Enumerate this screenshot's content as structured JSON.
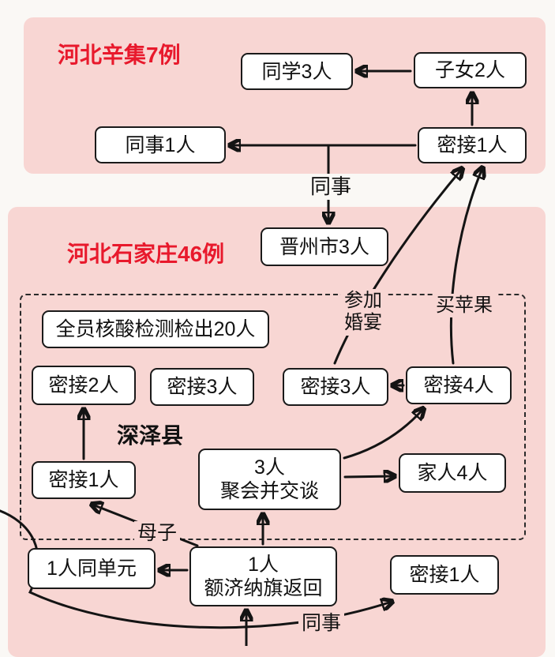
{
  "page": {
    "background": "#faf8f5"
  },
  "colors": {
    "panel_pink": "#f8d6d3",
    "title_red": "#e8192c",
    "node_border": "#1a1a1a",
    "arrow": "#141414"
  },
  "panels": {
    "xinji": {
      "title": "河北辛集7例"
    },
    "shijiazhuang": {
      "title": "河北石家庄46例",
      "region_label": "深泽县"
    }
  },
  "nodes": {
    "classmates": "同学3人",
    "children": "子女2人",
    "colleague": "同事1人",
    "close_contact_xinji": "密接1人",
    "jinzhou_city": "晋州市3人",
    "mass_testing": "全员核酸检测检出20人",
    "close_contact_2": "密接2人",
    "close_contact_3a": "密接3人",
    "close_contact_3b": "密接3人",
    "close_contact_4": "密接4人",
    "close_contact_1_shenze": "密接1人",
    "gathering_line1": "3人",
    "gathering_line2": "聚会并交谈",
    "family_4": "家人4人",
    "same_unit": "1人同单元",
    "ejin_return_line1": "1人",
    "ejin_return_line2": "额济纳旗返回",
    "close_contact_1_bottom": "密接1人"
  },
  "edge_labels": {
    "colleague_link_top": "同事",
    "wedding_line1": "参加",
    "wedding_line2": "婚宴",
    "buy_apples": "买苹果",
    "mother_son": "母子",
    "colleague_link_bottom": "同事"
  },
  "edges": [
    {
      "from": "children",
      "to": "classmates",
      "label": ""
    },
    {
      "from": "close_contact_xinji",
      "to": "colleague",
      "label": ""
    },
    {
      "from": "close_contact_xinji",
      "to": "jinzhou_city",
      "label": "同事"
    },
    {
      "from": "close_contact_xinji",
      "to": "children",
      "label": ""
    },
    {
      "from": "close_contact_3b",
      "to": "close_contact_xinji",
      "label": "参加婚宴"
    },
    {
      "from": "close_contact_4",
      "to": "close_contact_xinji",
      "label": "买苹果"
    },
    {
      "from": "close_contact_4",
      "to": "close_contact_3b",
      "label": ""
    },
    {
      "from": "close_contact_1_shenze",
      "to": "close_contact_2",
      "label": ""
    },
    {
      "from": "gathering",
      "to": "family_4",
      "label": ""
    },
    {
      "from": "gathering",
      "to": "close_contact_4",
      "label": ""
    },
    {
      "from": "ejin_return",
      "to": "gathering",
      "label": ""
    },
    {
      "from": "ejin_return",
      "to": "same_unit",
      "label": ""
    },
    {
      "from": "ejin_return",
      "to": "close_contact_1_shenze",
      "label": "母子"
    },
    {
      "from": "offscreen_left",
      "to": "close_contact_1_bottom",
      "label": "同事"
    },
    {
      "from": "offscreen_bottom",
      "to": "ejin_return",
      "label": ""
    }
  ]
}
